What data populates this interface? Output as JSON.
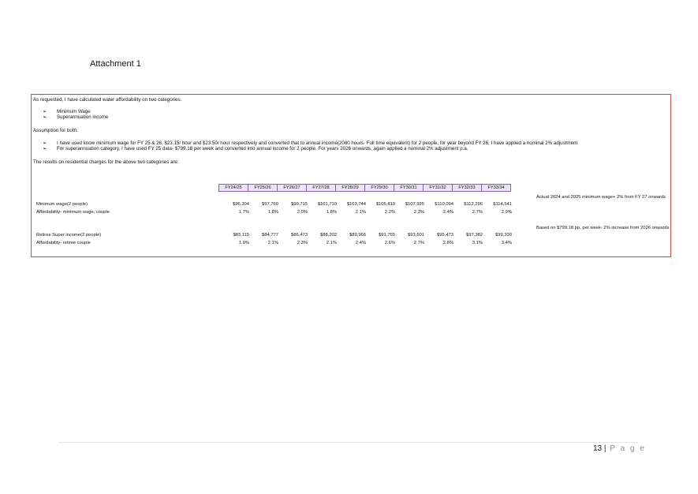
{
  "attachment_title": "Attachment 1",
  "intro": "As requested, I have calculated water affordability on two categories.",
  "categories": [
    "Minimum Wage",
    "Superannuation income"
  ],
  "assumption_heading": "Assumption for both:",
  "assumptions": [
    "I have used know minimum wage for FY 25 & 26, $23.15/ hour and $23.50/ hour respectively and converted that to annual income(2080 hours- Full time equivalent) for 2 people, for year beyond FY 26, I have applied a nominal 2% adjustment",
    "For superannuation category, I have used FY 25 data- $799.18 per week and converted into annual income for 2 people. For years 2026 onwards, again applied a nominal 2% adjustment p.a."
  ],
  "results_text": "The results on residential charges for the above two categories are:",
  "table": {
    "headers": [
      "FY24/25",
      "FY25/26",
      "FY26/27",
      "FY27/28",
      "FY28/29",
      "FY29/30",
      "FY30/31",
      "FY31/32",
      "FY32/33",
      "FY33/34"
    ],
    "rows": [
      {
        "label": "Minimum wage(2 people)",
        "values": [
          "$96,304",
          "$97,760",
          "$99,715",
          "$101,710",
          "$103,744",
          "$105,819",
          "$107,935",
          "$110,094",
          "$112,296",
          "$114,541"
        ]
      },
      {
        "label": "Affordability- minimum wage, couple",
        "values": [
          "1.7%",
          "1.8%",
          "2.0%",
          "1.8%",
          "2.1%",
          "2.2%",
          "2.3%",
          "2.4%",
          "2.7%",
          "2.9%"
        ]
      },
      {
        "label": "Retiree Super income(2 people)",
        "values": [
          "$83,115",
          "$84,777",
          "$86,473",
          "$88,202",
          "$89,966",
          "$91,765",
          "$93,601",
          "$95,473",
          "$97,382",
          "$99,330"
        ]
      },
      {
        "label": "Affordability- retiree couple",
        "values": [
          "1.9%",
          "2.1%",
          "2.3%",
          "2.1%",
          "2.4%",
          "2.6%",
          "2.7%",
          "2.8%",
          "3.1%",
          "3.4%"
        ]
      }
    ],
    "notes": [
      "Actual 2024 and 2025 minimum wage+ 2% from FY 27 onwards",
      "Based on $799.18 pp, per week- 2% increase from 2026 onwards"
    ]
  },
  "footer": {
    "page_number": "13",
    "separator": "|",
    "page_word": "P a g e"
  }
}
